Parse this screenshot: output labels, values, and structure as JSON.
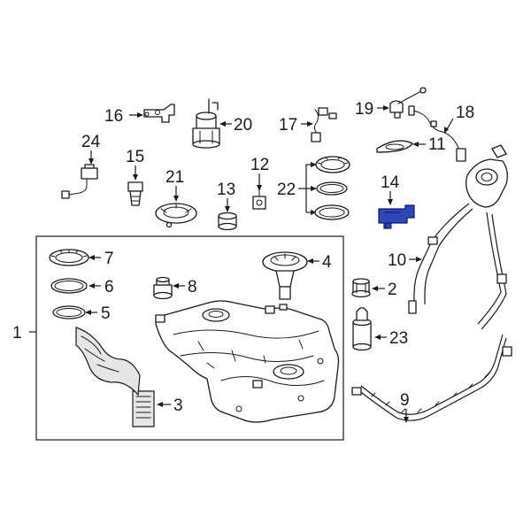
{
  "diagram": {
    "highlight_color": "#2f46b8",
    "labels": {
      "p1": "1",
      "p2": "2",
      "p3": "3",
      "p4": "4",
      "p5": "5",
      "p6": "6",
      "p7": "7",
      "p8": "8",
      "p9": "9",
      "p10": "10",
      "p11": "11",
      "p12": "12",
      "p13": "13",
      "p14": "14",
      "p15": "15",
      "p16": "16",
      "p17": "17",
      "p18": "18",
      "p19": "19",
      "p20": "20",
      "p21": "21",
      "p22": "22",
      "p23": "23",
      "p24": "24"
    }
  }
}
